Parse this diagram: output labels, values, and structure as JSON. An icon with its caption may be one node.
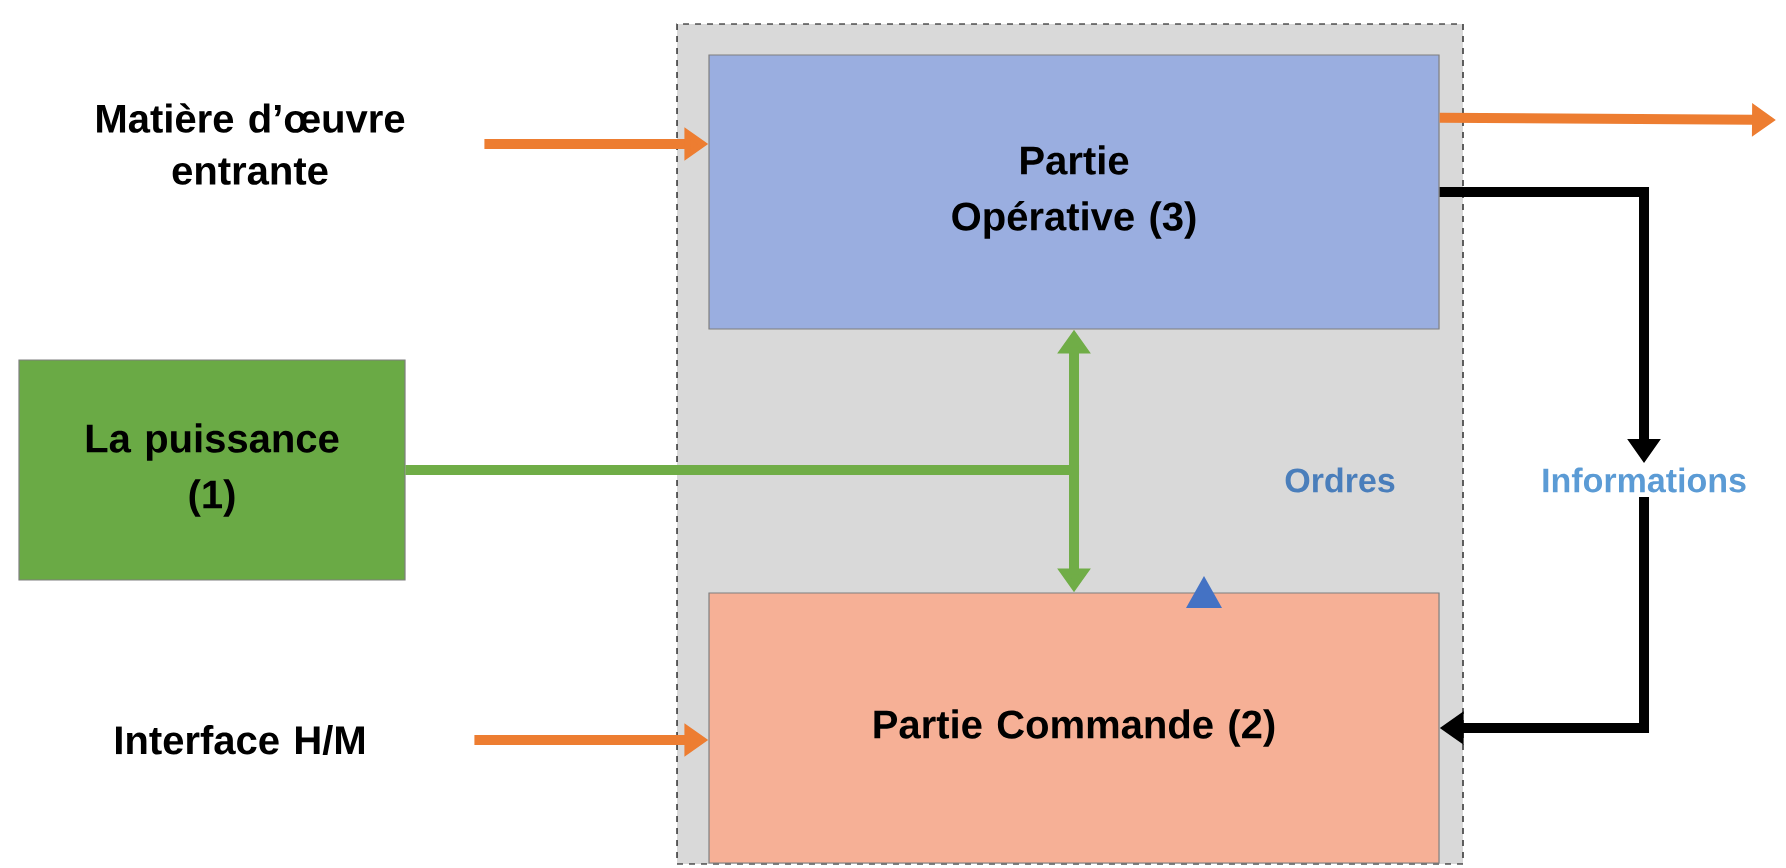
{
  "diagram": {
    "nodes": [
      {
        "text": [],
        "shape": "box"
      },
      {
        "text": [
          "Partie Opérative (3)"
        ],
        "in": 0
      },
      {
        "text": [
          "Partie Commande (2)"
        ],
        "in": 0
      },
      {
        "text": [
          "La puissance (1)"
        ]
      },
      {
        "text": [
          "Matière d’œuvre entrante"
        ]
      },
      {
        "text": [
          "Interface H/M"
        ]
      },
      {
        "text": [
          "Informations"
        ]
      }
    ],
    "edges": [
      {
        "from": 4,
        "to": 1,
        "arrow": "to",
        "color": "#ed7d31"
      },
      {
        "from": 1,
        "to": null,
        "arrow": "to",
        "color": "#ed7d31"
      },
      {
        "from": 3,
        "to": 1,
        "arrow": "to",
        "color": "#70ad47"
      },
      {
        "from": 3,
        "to": 2,
        "arrow": "to",
        "color": "#70ad47"
      },
      {
        "from": 1,
        "to": 6,
        "arrow": "to",
        "color": "#000000"
      },
      {
        "from": 6,
        "to": 2,
        "arrow": "to",
        "color": "#000000"
      },
      {
        "from": 5,
        "to": 2,
        "arrow": "to",
        "color": "#ed7d31"
      }
    ],
    "labels": [
      "Ordres"
    ]
  }
}
